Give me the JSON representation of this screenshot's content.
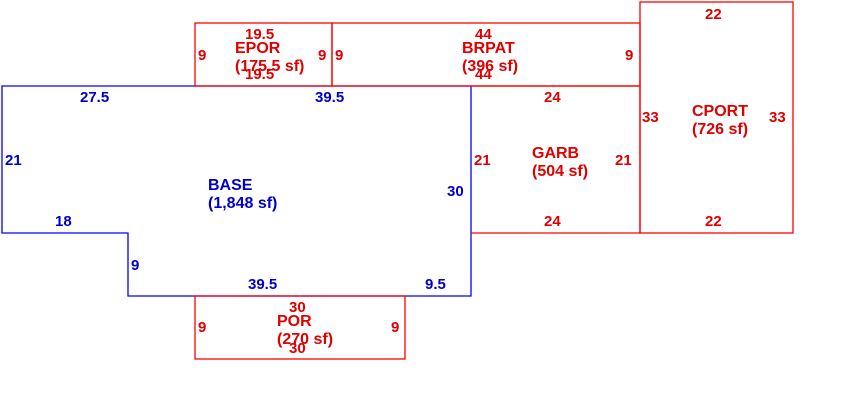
{
  "colors": {
    "base": "#0000ff",
    "addition": "#ff0000"
  },
  "areas": {
    "base": {
      "name": "BASE",
      "area": "(1,848 sf)",
      "dims": {
        "top_left": "27.5",
        "top_right": "39.5",
        "left": "21",
        "right": "30",
        "step_top": "18",
        "step_side": "9",
        "bottom_main": "39.5",
        "bottom_right": "9.5"
      }
    },
    "epor": {
      "name": "EPOR",
      "area": "(175.5 sf)",
      "dims": {
        "top": "19.5",
        "bottom": "19.5",
        "left": "9",
        "right": "9"
      }
    },
    "brpat": {
      "name": "BRPAT",
      "area": "(396 sf)",
      "dims": {
        "top": "44",
        "bottom": "44",
        "left": "9",
        "right": "9"
      }
    },
    "cport": {
      "name": "CPORT",
      "area": "(726 sf)",
      "dims": {
        "top": "22",
        "bottom": "22",
        "left": "33",
        "right": "33"
      }
    },
    "garb": {
      "name": "GARB",
      "area": "(504 sf)",
      "dims": {
        "top": "24",
        "bottom": "24",
        "left": "21",
        "right": "21"
      }
    },
    "por": {
      "name": "POR",
      "area": "(270 sf)",
      "dims": {
        "top": "30",
        "bottom": "30",
        "left": "9",
        "right": "9"
      }
    }
  }
}
